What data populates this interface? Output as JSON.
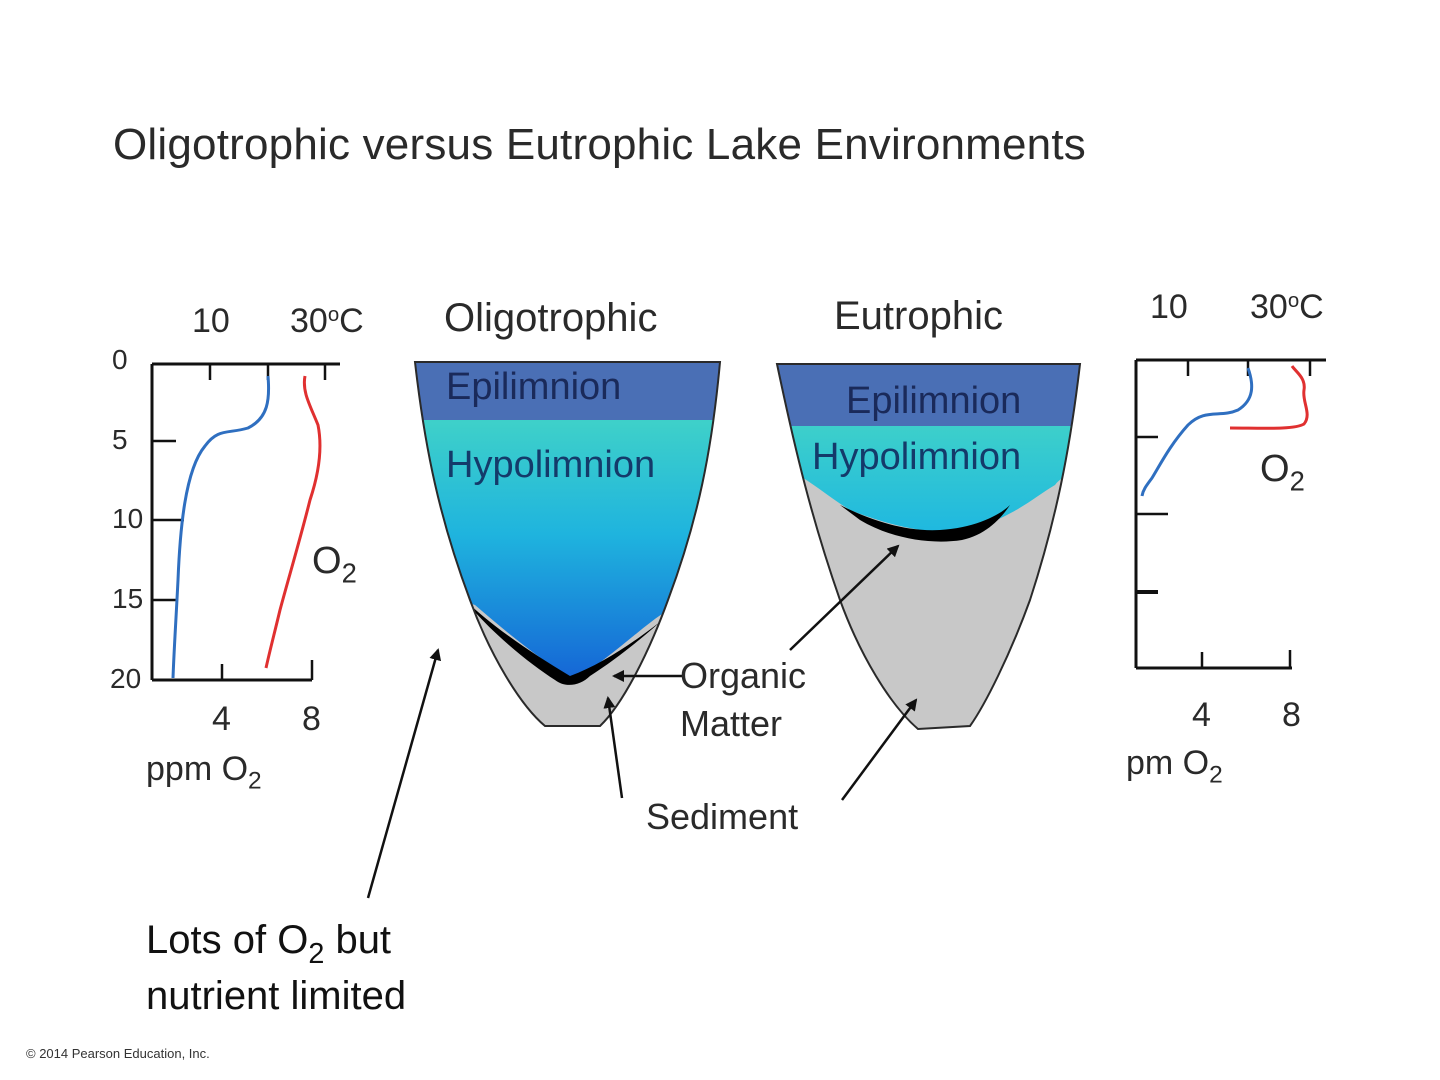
{
  "title": "Oligotrophic versus Eutrophic Lake Environments",
  "left_profile": {
    "top_axis": {
      "tick_1": "10",
      "tick_2": "30",
      "unit_sup": "o",
      "unit": "C"
    },
    "depth_ticks": [
      "0",
      "5",
      "10",
      "15",
      "20"
    ],
    "bottom_ticks": [
      "4",
      "8"
    ],
    "bottom_label_main": "ppm O",
    "bottom_label_sub": "2",
    "curve_label_main": "O",
    "curve_label_sub": "2"
  },
  "right_profile": {
    "top_axis": {
      "tick_1": "10",
      "tick_2": "30",
      "unit_sup": "o",
      "unit": "C"
    },
    "bottom_ticks": [
      "4",
      "8"
    ],
    "bottom_label_main": "pm O",
    "bottom_label_sub": "2",
    "curve_label_main": "O",
    "curve_label_sub": "2"
  },
  "lakes": {
    "oligotrophic": {
      "title": "Oligotrophic",
      "upper": "Epilimnion",
      "lower": "Hypolimnion"
    },
    "eutrophic": {
      "title": "Eutrophic",
      "upper": "Epilimnion",
      "lower": "Hypolimnion"
    }
  },
  "labels": {
    "organic_line1": "Organic",
    "organic_line2": "Matter",
    "sediment": "Sediment"
  },
  "note": {
    "line1_a": "Lots of O",
    "line1_sub": "2",
    "line1_b": " but",
    "line2": "nutrient limited"
  },
  "copyright": "© 2014 Pearson Education, Inc.",
  "colors": {
    "epilimnion": "#4a6fb5",
    "hypolimnion_top": "#3fcfc9",
    "hypolimnion_deep": "#1a6fd8",
    "sediment": "#c8c8c8",
    "organic_matter": "#000000",
    "temperature_curve": "#2f6fc0",
    "oxygen_curve": "#e03030"
  }
}
